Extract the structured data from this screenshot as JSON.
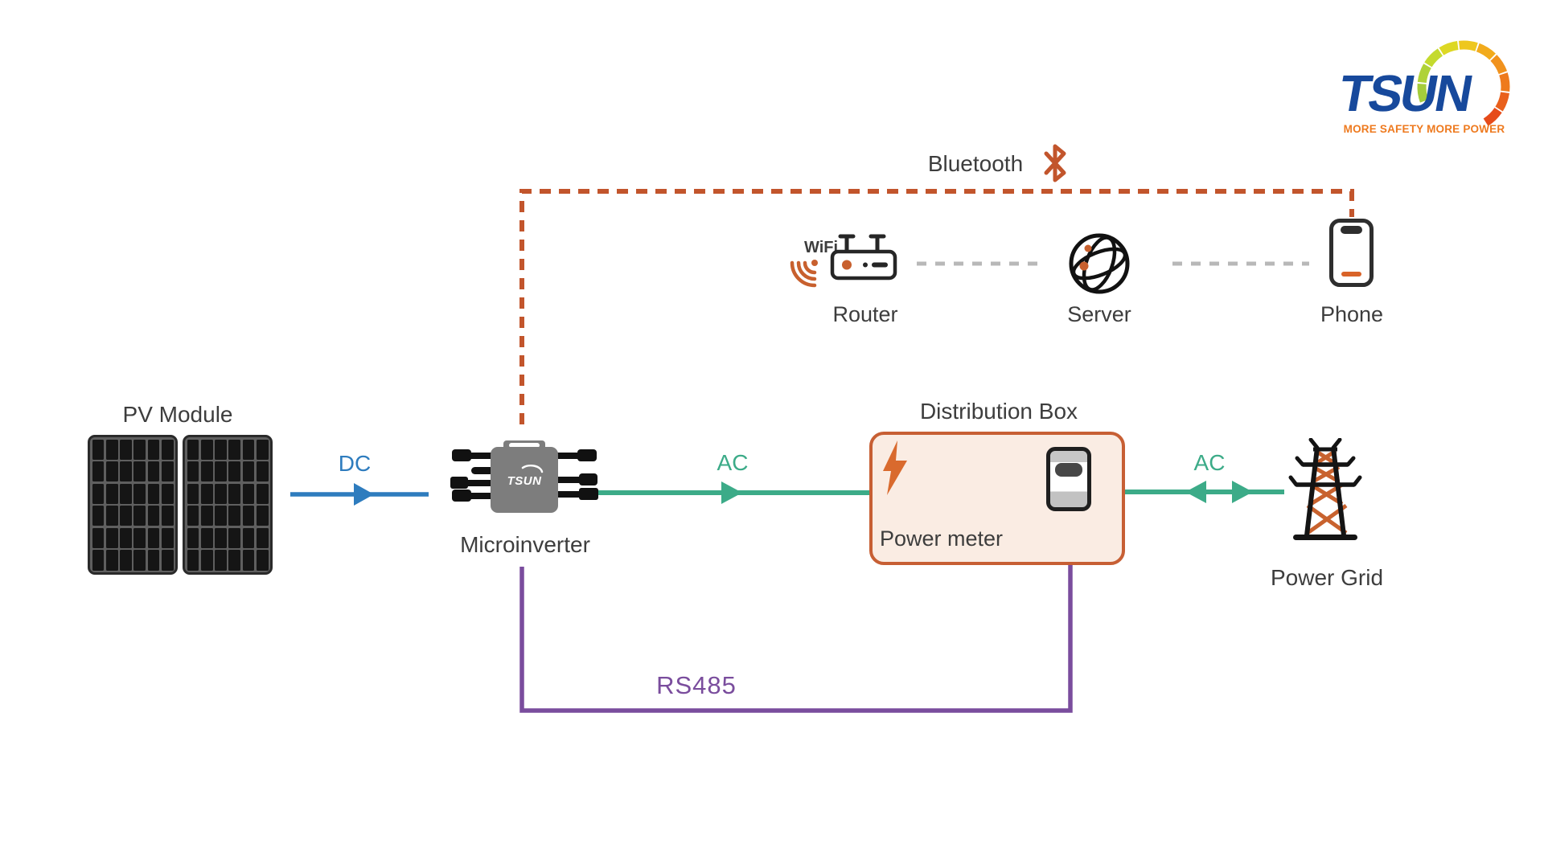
{
  "logo": {
    "brand": "TSUN",
    "tagline": "MORE SAFETY MORE POWER",
    "brand_color": "#17499c",
    "tagline_color": "#ee7a1f",
    "arc_colors": [
      "#a4cc3b",
      "#afd238",
      "#c4da2e",
      "#ddd824",
      "#eec71e",
      "#f2ab1c",
      "#f1921d",
      "#ee7a1d",
      "#e9601c",
      "#e64b1a"
    ]
  },
  "nodes": {
    "pv_module": {
      "label": "PV Module"
    },
    "microinverter": {
      "label": "Microinverter",
      "device_text": "TSUN"
    },
    "distribution_box": {
      "label": "Distribution Box"
    },
    "power_meter": {
      "label": "Power meter"
    },
    "power_grid": {
      "label": "Power Grid"
    },
    "router": {
      "label": "Router"
    },
    "wifi": {
      "label": "WiFi"
    },
    "server": {
      "label": "Server"
    },
    "phone": {
      "label": "Phone"
    }
  },
  "connections": {
    "dc": {
      "label": "DC",
      "color": "#2e7cbe"
    },
    "ac_left": {
      "label": "AC",
      "color": "#3cab88"
    },
    "ac_right": {
      "label": "AC",
      "color": "#3cab88"
    },
    "rs485": {
      "label": "RS485",
      "color": "#7a4d9d"
    },
    "bluetooth": {
      "label": "Bluetooth",
      "color": "#c2552c"
    },
    "lan": {
      "color": "#b8b8b8"
    }
  },
  "icon_colors": {
    "wifi_orange": "#c8602e",
    "lightning_orange": "#d96a2e",
    "tower_orange": "#c8622e",
    "dark": "#262626"
  }
}
